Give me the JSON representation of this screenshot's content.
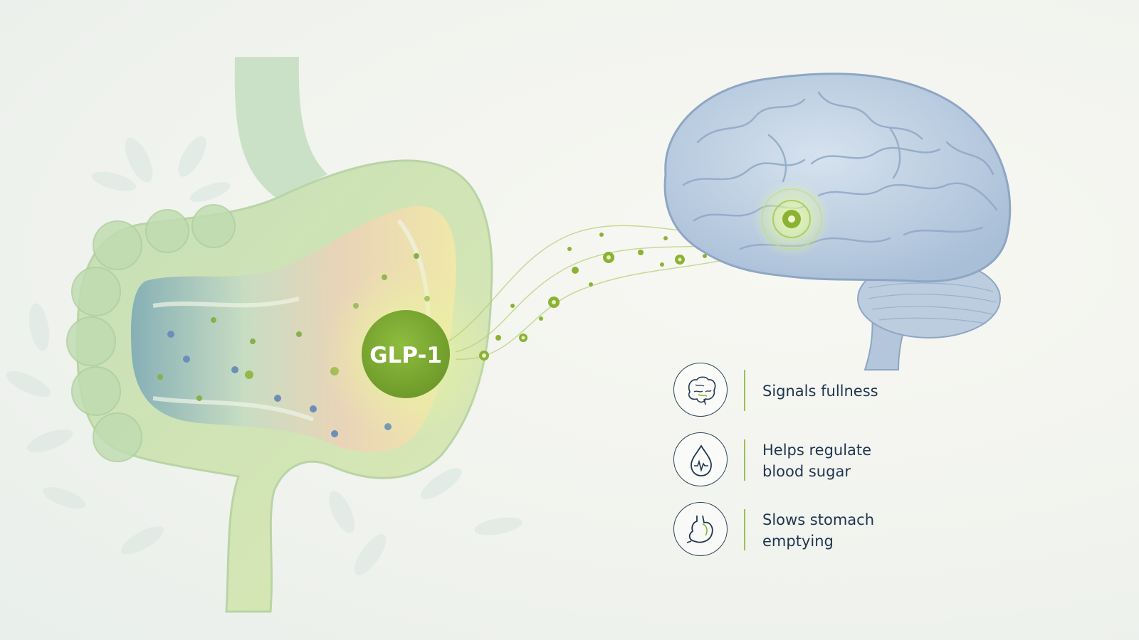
{
  "hormone_label": "GLP-1",
  "benefits": [
    {
      "icon": "brain-icon",
      "label": "Signals fullness"
    },
    {
      "icon": "blood-drop-icon",
      "label": "Helps regulate\nblood sugar"
    },
    {
      "icon": "stomach-icon",
      "label": "Slows stomach\nemptying"
    }
  ],
  "colors": {
    "accent_green": "#8bb235",
    "navy_text": "#1f3550",
    "brain_blue": "#b9cbe0",
    "gut_green": "#c9deb0"
  }
}
